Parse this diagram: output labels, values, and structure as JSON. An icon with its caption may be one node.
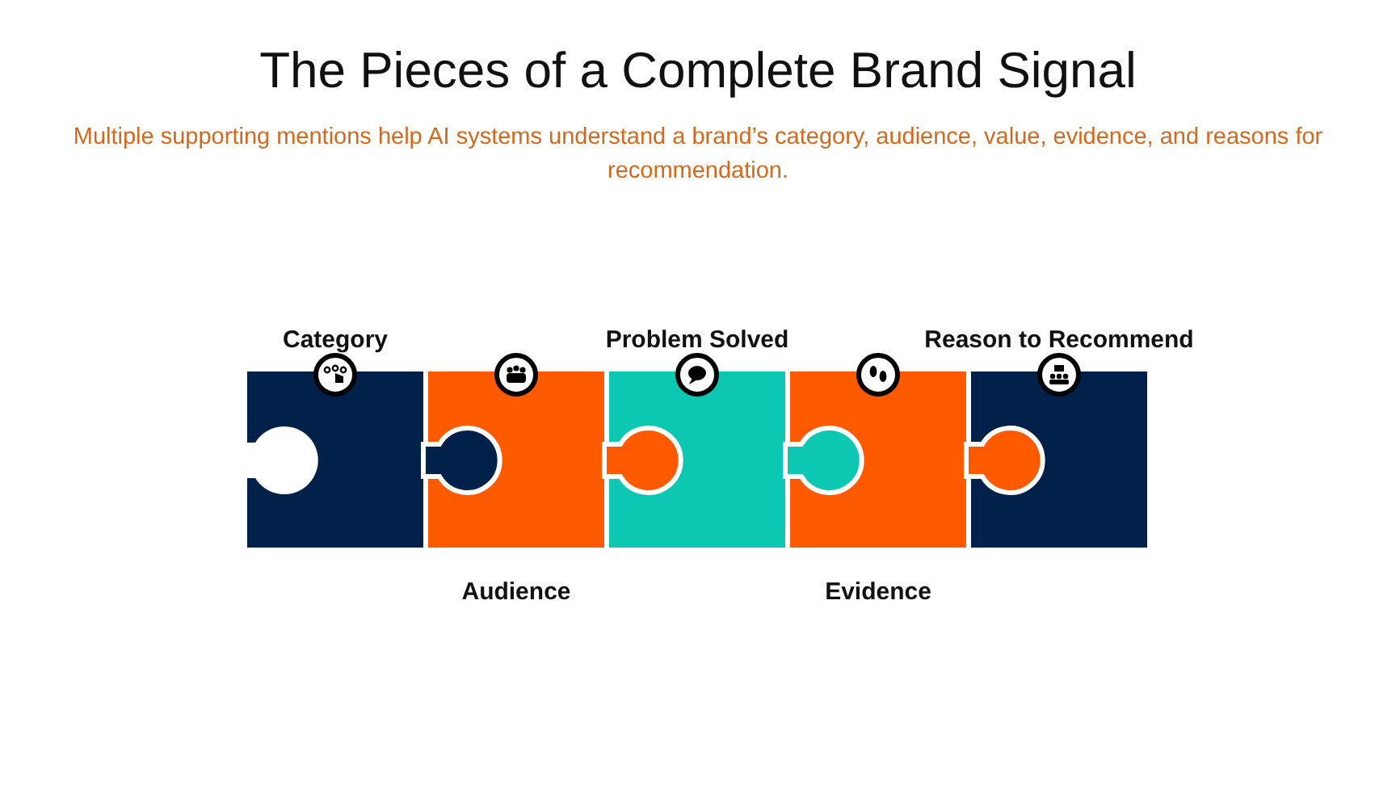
{
  "diagram": {
    "title": "The Pieces of a Complete Brand Signal",
    "caption": "Multiple supporting mentions help AI systems understand a brand’s category, audience, value, evidence, and reasons for recommendation.",
    "nodes": [
      {
        "text": [
          "Category"
        ]
      },
      {
        "text": [
          "Audience"
        ]
      },
      {
        "text": [
          "Problem Solved"
        ]
      },
      {
        "text": [
          "Evidence"
        ]
      },
      {
        "text": [
          "Reason to Recommend"
        ]
      }
    ]
  }
}
